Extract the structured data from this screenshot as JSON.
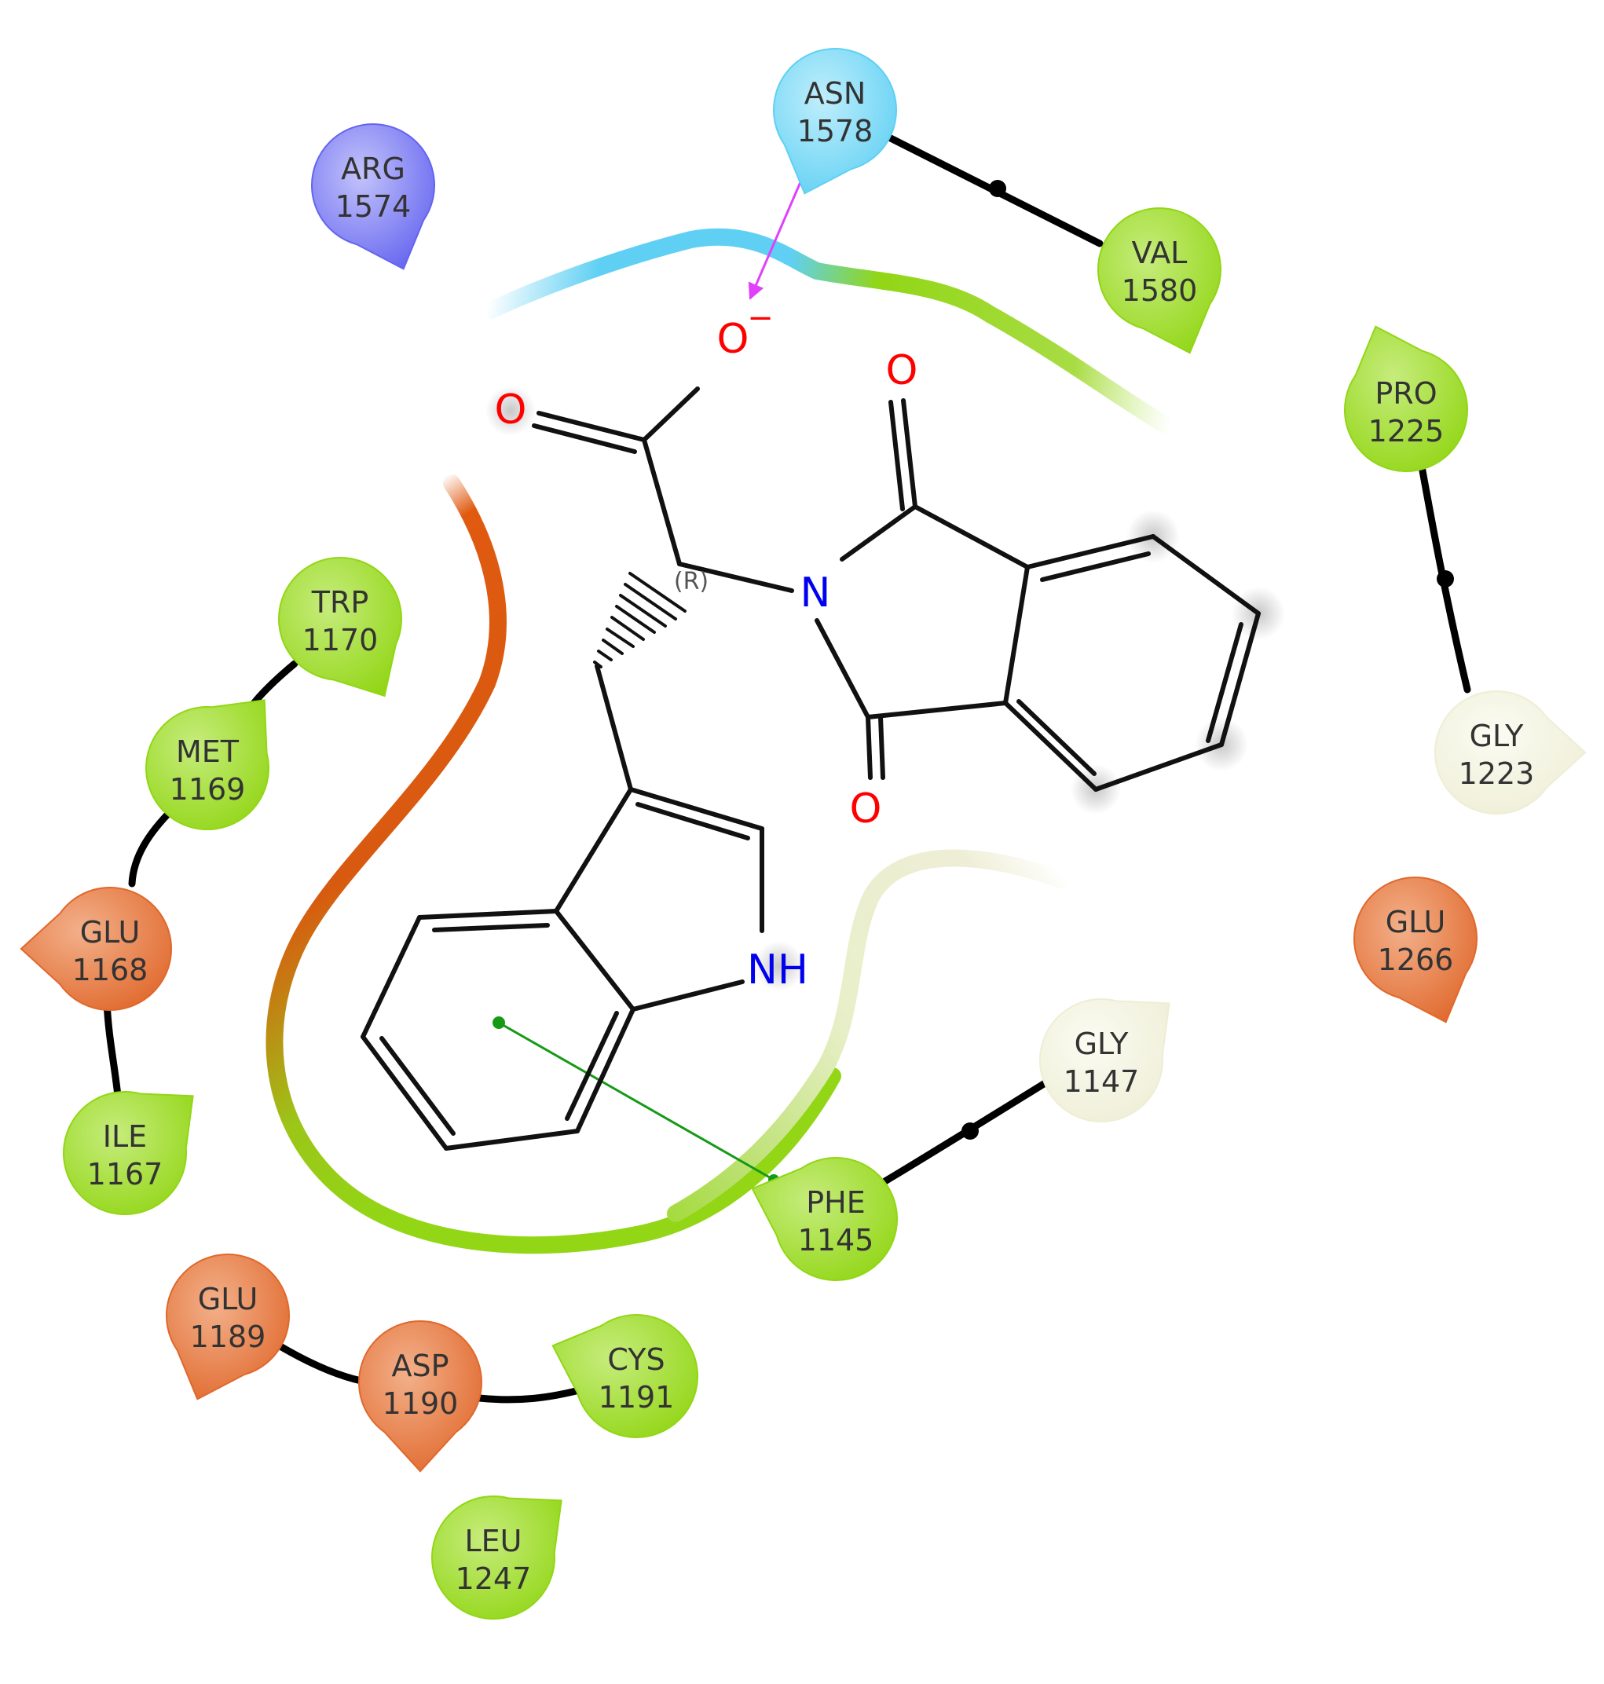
{
  "colors": {
    "hydrophobic": "#92d616",
    "hydrophobic_light": "#c6ec7c",
    "negative": "#e0682c",
    "negative_light": "#f3b08a",
    "positive": "#6464f0",
    "positive_light": "#c3c3fb",
    "polar": "#5fd0f3",
    "polar_light": "#bfeefc",
    "glycine": "#eeeed6",
    "glycine_light": "#fbfbf2",
    "hbond_arrow": "#e040fb",
    "pi_stack": "#159a15",
    "oxygen": "#ff0000",
    "nitrogen": "#0000ee"
  },
  "residues": [
    {
      "id": "asn1578",
      "name": "ASN",
      "number": "1578",
      "kind": "polar"
    },
    {
      "id": "arg1574",
      "name": "ARG",
      "number": "1574",
      "kind": "positive"
    },
    {
      "id": "val1580",
      "name": "VAL",
      "number": "1580",
      "kind": "hydrophobic"
    },
    {
      "id": "pro1225",
      "name": "PRO",
      "number": "1225",
      "kind": "hydrophobic"
    },
    {
      "id": "gly1223",
      "name": "GLY",
      "number": "1223",
      "kind": "glycine"
    },
    {
      "id": "trp1170",
      "name": "TRP",
      "number": "1170",
      "kind": "hydrophobic"
    },
    {
      "id": "met1169",
      "name": "MET",
      "number": "1169",
      "kind": "hydrophobic"
    },
    {
      "id": "glu1168",
      "name": "GLU",
      "number": "1168",
      "kind": "negative"
    },
    {
      "id": "ile1167",
      "name": "ILE",
      "number": "1167",
      "kind": "hydrophobic"
    },
    {
      "id": "glu1266",
      "name": "GLU",
      "number": "1266",
      "kind": "negative"
    },
    {
      "id": "gly1147",
      "name": "GLY",
      "number": "1147",
      "kind": "glycine"
    },
    {
      "id": "phe1145",
      "name": "PHE",
      "number": "1145",
      "kind": "hydrophobic"
    },
    {
      "id": "glu1189",
      "name": "GLU",
      "number": "1189",
      "kind": "negative"
    },
    {
      "id": "asp1190",
      "name": "ASP",
      "number": "1190",
      "kind": "negative"
    },
    {
      "id": "cys1191",
      "name": "CYS",
      "number": "1191",
      "kind": "hydrophobic"
    },
    {
      "id": "leu1247",
      "name": "LEU",
      "number": "1247",
      "kind": "hydrophobic"
    }
  ],
  "ligand": {
    "atoms": {
      "o_minus": "O",
      "o_minus_charge": "−",
      "o_carbonyl": "O",
      "o_top": "O",
      "o_bottom": "O",
      "n_imide": "N",
      "nh_indole": "NH"
    },
    "stereo_label": "(R)"
  }
}
